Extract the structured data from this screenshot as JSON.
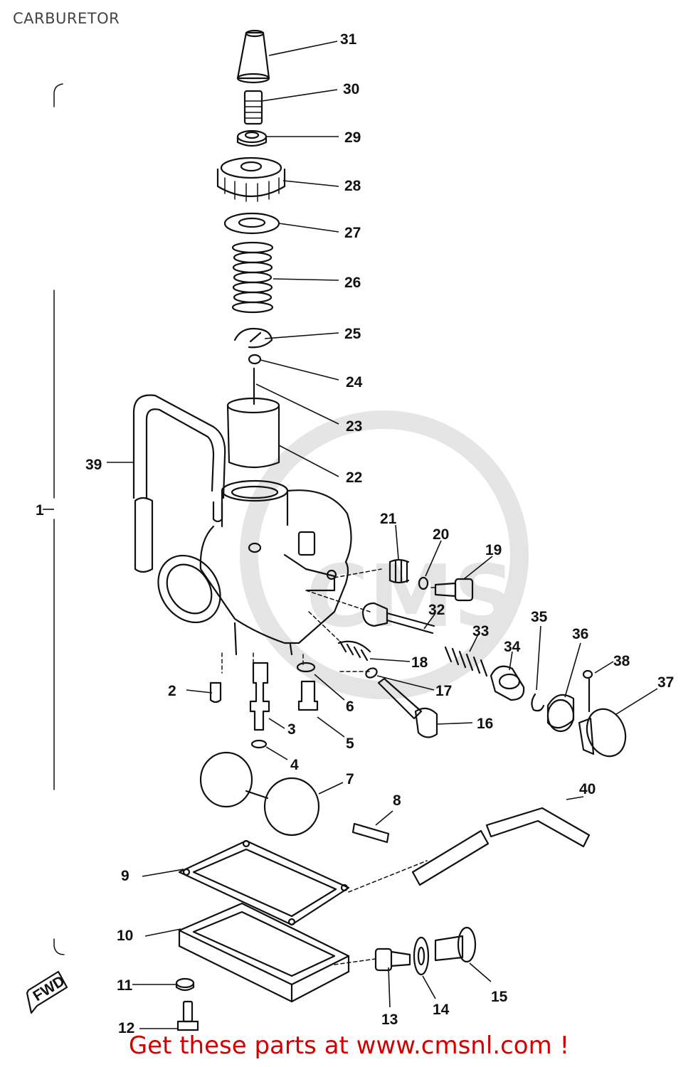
{
  "title": "CARBURETOR",
  "footer": "Get these parts at www.cmsnl.com !",
  "watermark": "CMS",
  "assembly_label": "1",
  "fwd_label": "FWD",
  "parts": [
    "2",
    "3",
    "4",
    "5",
    "6",
    "7",
    "8",
    "9",
    "10",
    "11",
    "12",
    "13",
    "14",
    "15",
    "16",
    "17",
    "18",
    "19",
    "20",
    "21",
    "22",
    "23",
    "24",
    "25",
    "26",
    "27",
    "28",
    "29",
    "30",
    "31",
    "32",
    "33",
    "34",
    "35",
    "36",
    "37",
    "38",
    "39",
    "40"
  ],
  "colors": {
    "line": "#111111",
    "footer": "#d40000",
    "title": "#444444",
    "watermark": "#e6e6e6"
  }
}
